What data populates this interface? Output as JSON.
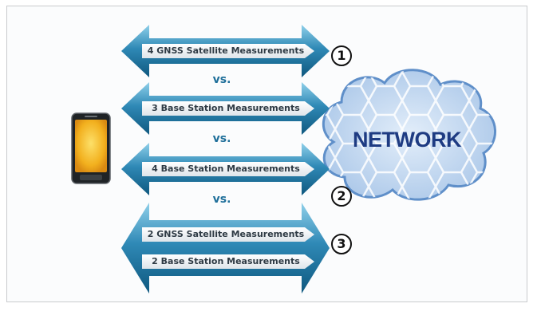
{
  "measurements": [
    {
      "label": "4 GNSS Satellite Measurements"
    },
    {
      "label": "3 Base Station Measurements"
    },
    {
      "label": "4 Base Station Measurements"
    },
    {
      "label": "2 GNSS Satellite Measurements"
    },
    {
      "label": "2 Base Station Measurements"
    }
  ],
  "vs_label": "vs.",
  "markers": [
    "1",
    "2",
    "3"
  ],
  "network_label": "NETWORK",
  "colors": {
    "arrow_dark": "#1d6e97",
    "arrow_light": "#7cc2e0",
    "label_bar": "#f2f4f6",
    "cloud": "#c9dcf2",
    "network_text": "#1e3b82",
    "phone_screen": "#f1b51f"
  },
  "icons": [
    "mobile-phone-icon",
    "network-cloud-icon"
  ]
}
